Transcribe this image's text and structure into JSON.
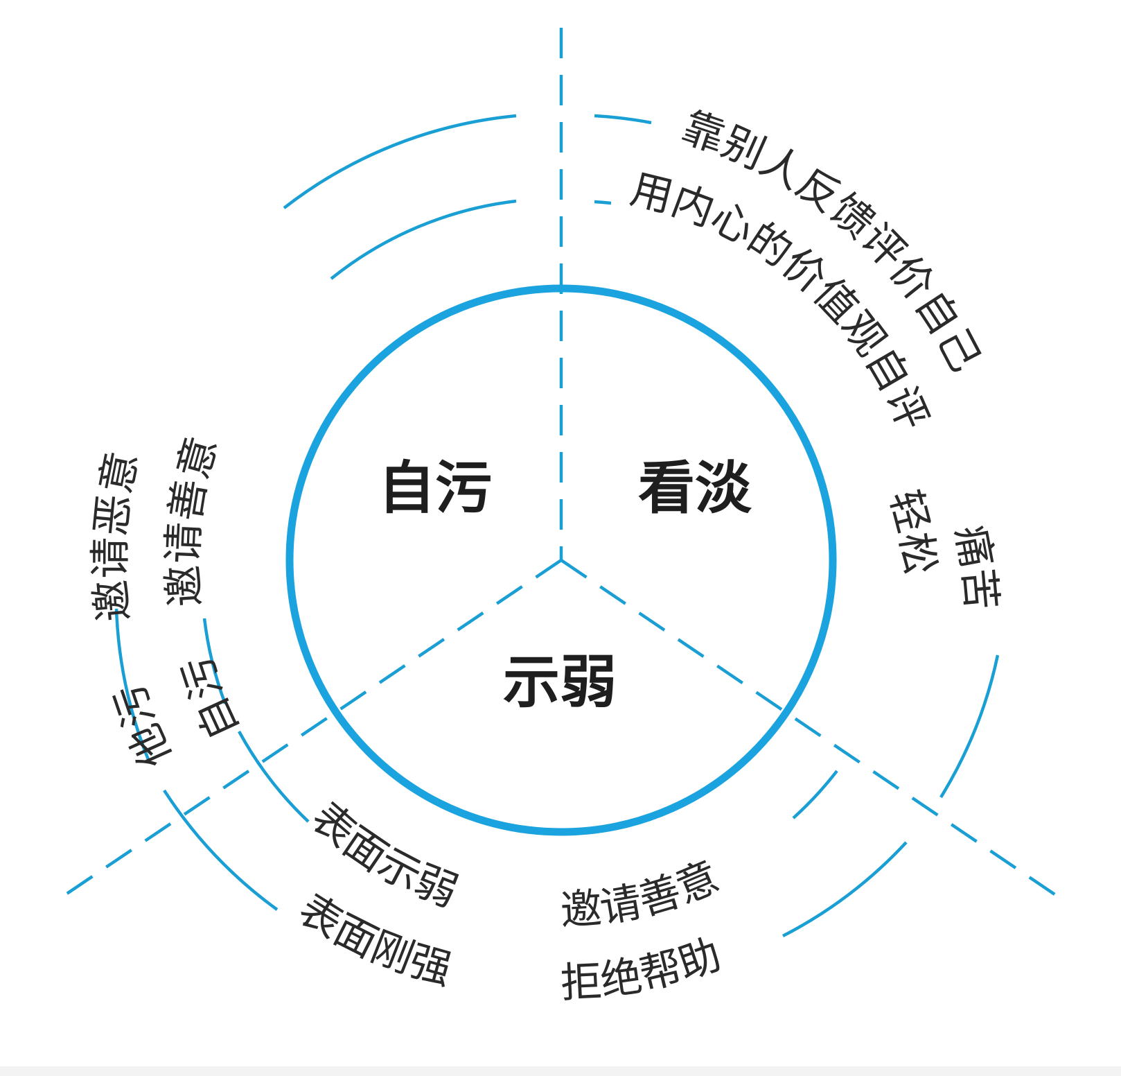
{
  "colors": {
    "ring_line": "#1a9fd5",
    "core_circle": "#1aa3df",
    "text": "#2a2a2a",
    "core_text": "#1e1e1e"
  },
  "core": {
    "top_left": "自污",
    "top_right": "看淡",
    "bottom": "示弱"
  },
  "outer_ring": {
    "top_right": "靠别人反馈评价自己",
    "right": "痛苦",
    "bottom_left": "表面刚强",
    "bottom_right": "拒绝帮助",
    "left_upper": "邀请恶意",
    "left_lower": "他污"
  },
  "inner_ring": {
    "top_right": "用内心的价值观自评",
    "right": "轻松",
    "bottom_left": "表面示弱",
    "bottom_right": "邀请善意",
    "left_upper": "邀请善意",
    "left_lower": "自污"
  }
}
